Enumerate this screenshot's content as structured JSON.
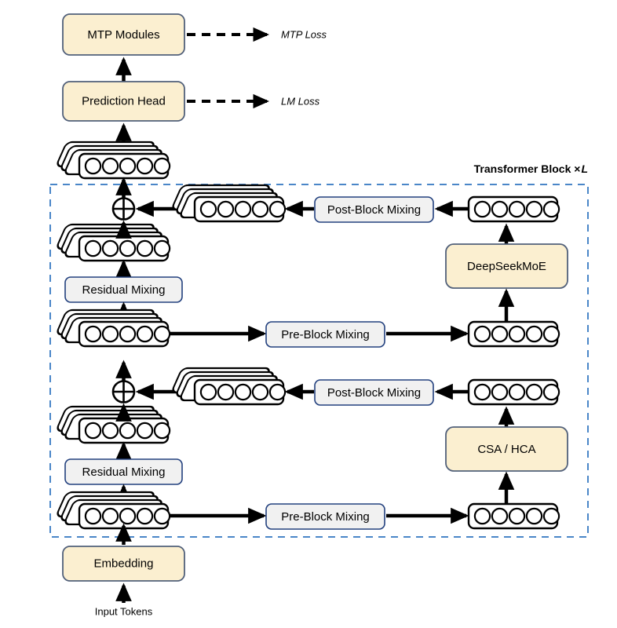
{
  "diagram": {
    "title_label": "Transformer Block ×L",
    "group_label_text": "Transformer Block ",
    "group_label_mult": "×",
    "group_label_italic": "L",
    "colors": {
      "accent_box_fill": "#fbefd0",
      "accent_box_stroke": "#51607a",
      "mix_box_fill": "#f1f1f1",
      "mix_box_stroke": "#22407e",
      "dashed_border": "#4a86c8",
      "arrow": "#000000",
      "token_stroke": "#000000",
      "token_fill": "#ffffff"
    },
    "boxes": {
      "mtp_modules": "MTP Modules",
      "prediction_head": "Prediction Head",
      "residual_mixing_upper": "Residual Mixing",
      "residual_mixing_lower": "Residual Mixing",
      "post_block_mixing_upper": "Post-Block Mixing",
      "post_block_mixing_lower": "Post-Block Mixing",
      "pre_block_mixing_upper": "Pre-Block Mixing",
      "pre_block_mixing_lower": "Pre-Block Mixing",
      "deepseekmoe": "DeepSeekMoE",
      "csa_hca": "CSA / HCA",
      "embedding": "Embedding"
    },
    "losses": {
      "mtp_loss": "MTP Loss",
      "lm_loss": "LM Loss"
    },
    "input_label": "Input Tokens",
    "token_group": {
      "circles_per_row": 5,
      "stack_layers": 3
    },
    "merge_nodes": {
      "upper": "+",
      "lower": "+"
    }
  }
}
